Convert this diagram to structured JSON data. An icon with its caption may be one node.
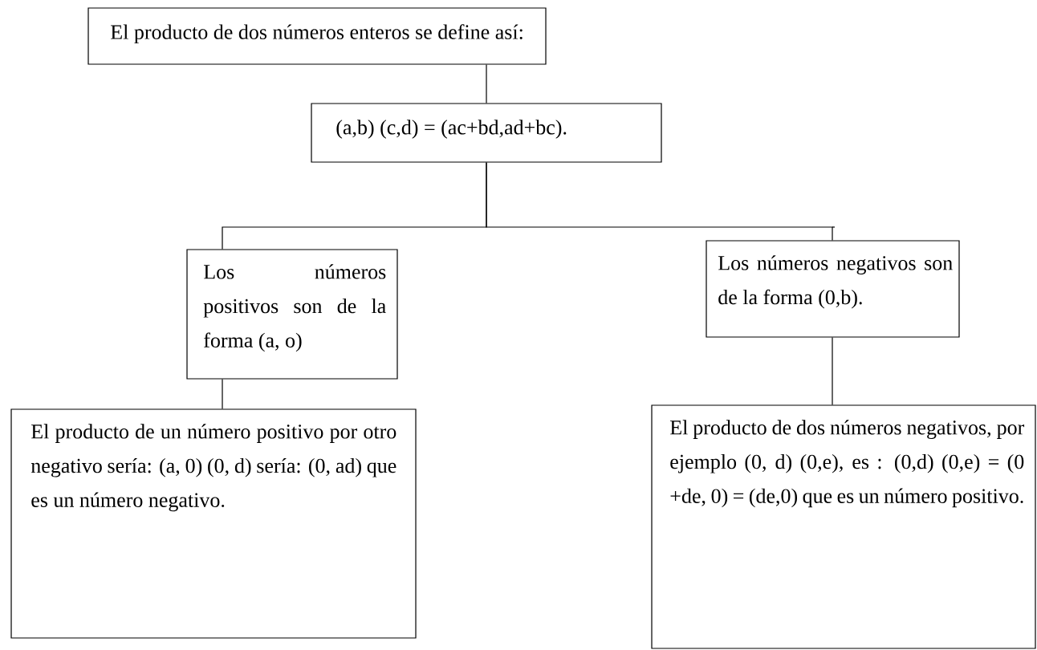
{
  "diagram": {
    "nodes": [
      {
        "text": [
          "El producto de dos números enteros se define así:"
        ]
      },
      {
        "text": [
          "(a,b) (c,d) = (ac+bd,ad+bc)."
        ]
      },
      {
        "text": [
          "Los números positivos son de la forma (a, o)"
        ]
      },
      {
        "text": [
          "Los números negativos son de la forma (0,b)."
        ]
      },
      {
        "text": [
          "El producto de un número positivo por otro negativo sería: (a, 0) (0, d) sería: (0, ad) que es un número negativo."
        ]
      },
      {
        "text": [
          "El producto de dos números negativos, por ejemplo (0, d) (0,e), es : (0,d) (0,e) = (0 +de, 0)  = (de,0) que es un número positivo."
        ]
      }
    ],
    "edges": [
      {
        "from": 0,
        "to": 1,
        "arrow": "none"
      },
      {
        "from": 1,
        "to": 2,
        "arrow": "none"
      },
      {
        "from": 1,
        "to": 3,
        "arrow": "none"
      },
      {
        "from": 2,
        "to": 4,
        "arrow": "none"
      },
      {
        "from": 3,
        "to": 5,
        "arrow": "none"
      }
    ]
  }
}
